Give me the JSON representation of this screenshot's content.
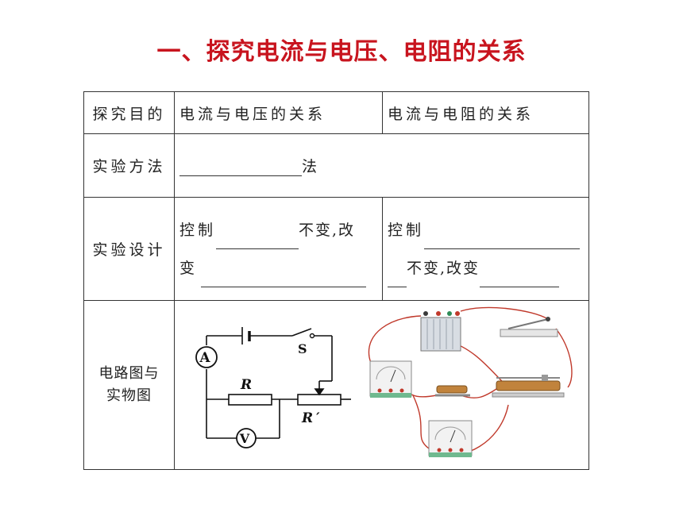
{
  "title": "一、探究电流与电压、电阻的关系",
  "table": {
    "row1": {
      "label": "探究目的",
      "col1": "电流与电压的关系",
      "col2": "电流与电阻的关系"
    },
    "row2": {
      "label": "实验方法",
      "suffix": "法"
    },
    "row3": {
      "label": "实验设计",
      "left_line1_prefix": "控制",
      "left_line1_suffix": "不变,改",
      "left_line2_prefix": "变",
      "right_line1_prefix": "控制",
      "right_line2_suffix": "不变,改变"
    },
    "row4": {
      "label_line1": "电路图与",
      "label_line2": "实物图",
      "circuit": {
        "ammeter": "A",
        "voltmeter": "V",
        "switch": "S",
        "resistor": "R",
        "rheostat": "R′"
      }
    }
  }
}
